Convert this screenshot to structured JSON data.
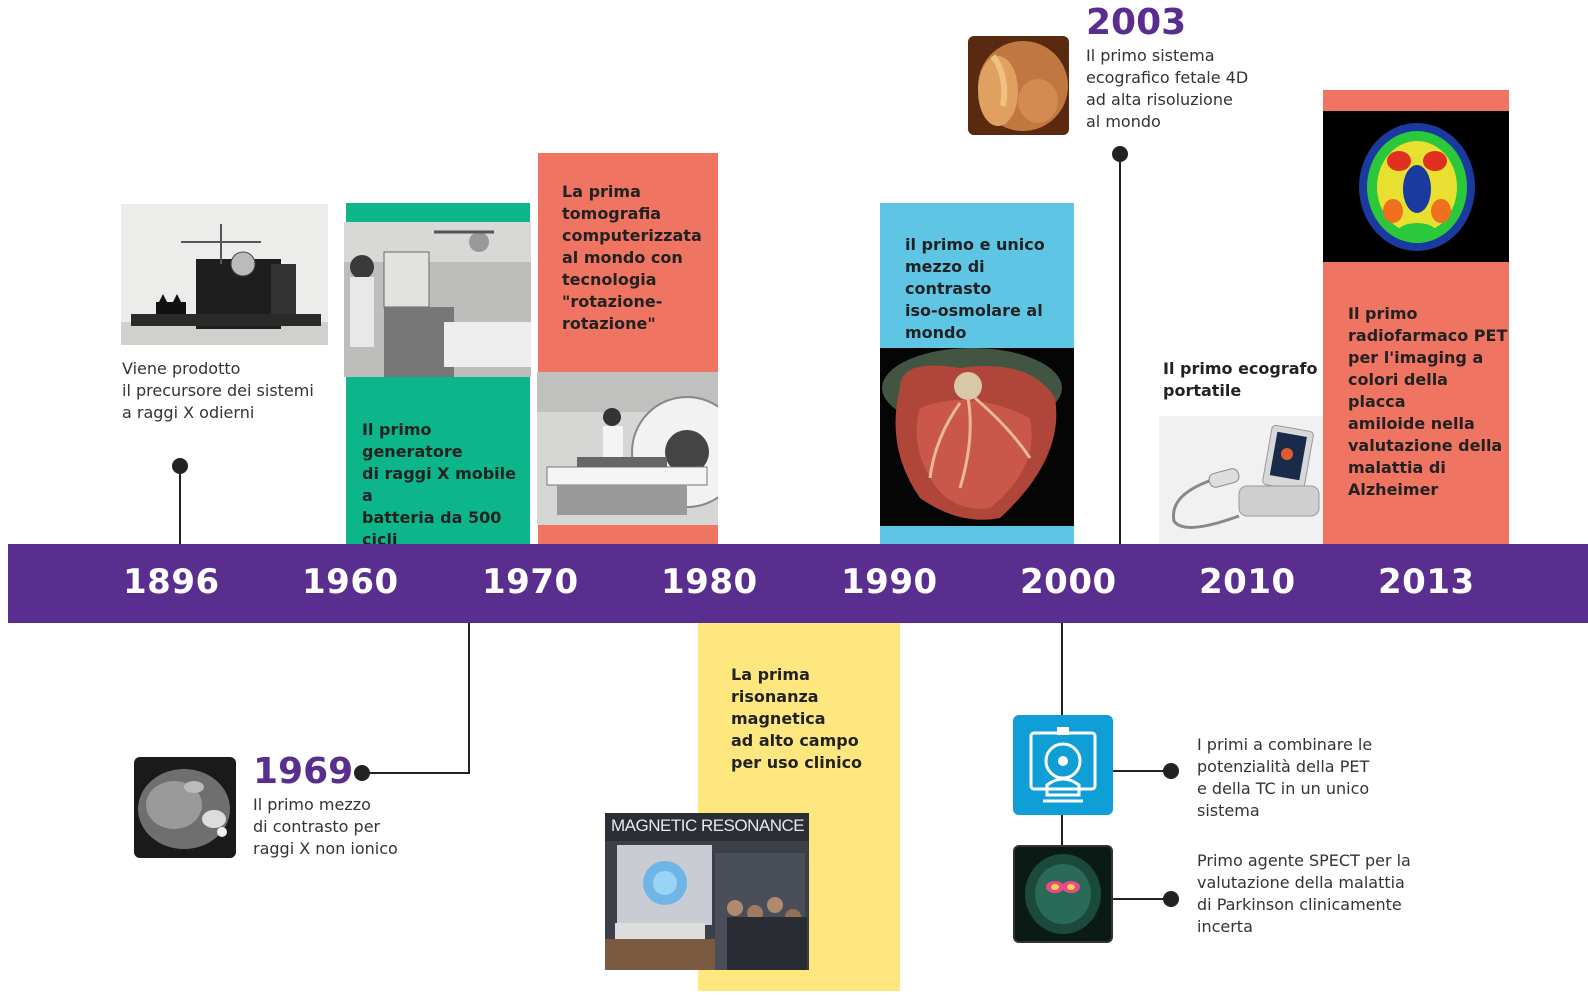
{
  "timeline": {
    "years": [
      "1896",
      "1960",
      "1970",
      "1980",
      "1990",
      "2000",
      "2010",
      "2013"
    ]
  },
  "events": {
    "e1896": {
      "text": "Viene prodotto\nil precursore dei sistemi\na raggi X odierni"
    },
    "e1960": {
      "text": "Il primo generatore\ndi raggi X mobile a\nbatteria da 500 cicli"
    },
    "e1970": {
      "text": "La prima\ntomografia\ncomputerizzata\nal mondo con\ntecnologia\n\"rotazione-\nrotazione\""
    },
    "e1969": {
      "year": "1969",
      "text": "Il primo mezzo\ndi contrasto per\nraggi X non ionico"
    },
    "e1980": {
      "text": "La prima\nrisonanza\nmagnetica\nad alto campo\nper uso clinico",
      "sign": "MAGNETIC RESONANCE"
    },
    "e1990": {
      "text": "il primo e unico\nmezzo di contrasto\niso-osmolare al\nmondo"
    },
    "e2003": {
      "year": "2003",
      "text": "Il primo sistema\necografico fetale 4D\nad alta risoluzione\nal mondo"
    },
    "e2000pet": {
      "text": "I primi a combinare le\npotenzialità della PET\ne della TC in un unico\nsistema"
    },
    "e2000spect": {
      "text": "Primo agente SPECT per la\nvalutazione della malattia\ndi Parkinson clinicamente\nincerta"
    },
    "e2010": {
      "text": "Il primo ecografo\nportatile"
    },
    "e2013": {
      "text": "Il primo\nradiofarmaco PET\nper l'imaging a\ncolori della placca\namiloide nella\nvalutazione della\nmalattia di\nAlzheimer"
    }
  },
  "colors": {
    "timeline_bar": "#5a2e8e",
    "green": "#0db68a",
    "coral": "#f07462",
    "blue": "#5ec5e4",
    "yellow": "#fde77e",
    "icon_blue": "#0f9ed6",
    "year_accent": "#5a2e8e"
  },
  "icons": [
    "scanner-icon",
    "spect-scan-icon"
  ]
}
